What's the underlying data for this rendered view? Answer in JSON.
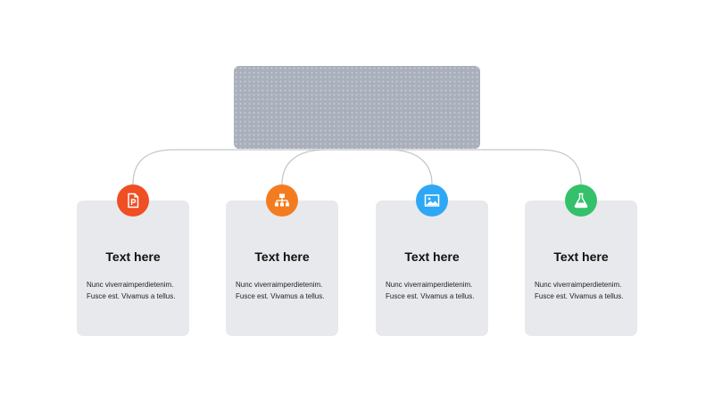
{
  "diagram": {
    "top_box": {
      "label": ""
    },
    "cards": [
      {
        "title": "Text here",
        "line1": "Nunc  viverraimperdietenim.",
        "line2": "Fusce est. Vivamus  a tellus.",
        "icon": "presentation-file-icon",
        "color": "#f04e23"
      },
      {
        "title": "Text here",
        "line1": "Nunc  viverraimperdietenim.",
        "line2": "Fusce est. Vivamus  a tellus.",
        "icon": "hierarchy-icon",
        "color": "#f47c20"
      },
      {
        "title": "Text here",
        "line1": "Nunc  viverraimperdietenim.",
        "line2": "Fusce est. Vivamus  a tellus.",
        "icon": "image-icon",
        "color": "#2ea8f5"
      },
      {
        "title": "Text here",
        "line1": "Nunc  viverraimperdietenim.",
        "line2": "Fusce est. Vivamus  a tellus.",
        "icon": "flask-icon",
        "color": "#35c06b"
      }
    ]
  }
}
